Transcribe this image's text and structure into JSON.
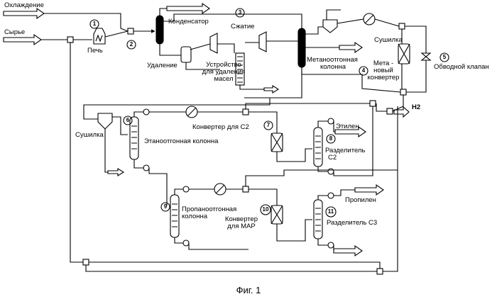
{
  "labels": {
    "cooling": "Охлаждение",
    "feed": "Сырье",
    "furnace": "Печь",
    "condenser": "Конденсатор",
    "compression": "Сжатие",
    "removal": "Удаление",
    "oil_removal_1": "Устройство",
    "oil_removal_2": "для удаления",
    "oil_removal_3": "масел",
    "demethanizer_1": "Метаноотгонная",
    "demethanizer_2": "колонна",
    "dryer_top": "Сушилка",
    "methane_conv_1": "Мета -",
    "methane_conv_2": "новый",
    "methane_conv_3": "конвертер",
    "bypass_valve": "Обводной клапан",
    "h2": "H2",
    "dryer_left": "Сушилка",
    "c2_converter": "Конвертер для С2",
    "ethylene": "Этилен",
    "deethanizer": "Этаноотгонная колонна",
    "c2_splitter_1": "Разделитель",
    "c2_splitter_2": "С2",
    "depropanizer_1": "Пропаноотгонная",
    "depropanizer_2": "колонна",
    "propylene": "Пропилен",
    "map_converter_1": "Конвертер",
    "map_converter_2": "для МАР",
    "c3_splitter": "Разделитель С3",
    "caption": "Фиг. 1"
  },
  "numbers": [
    "1",
    "2",
    "3",
    "4",
    "5",
    "6",
    "7",
    "8",
    "9",
    "10",
    "11"
  ]
}
